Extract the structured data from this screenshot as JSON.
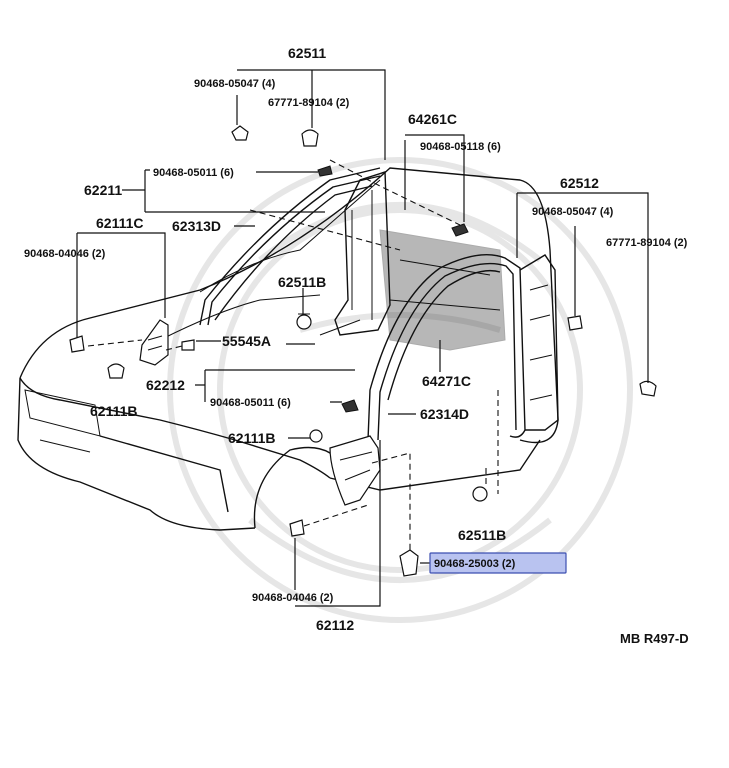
{
  "labels": {
    "p62511": "62511",
    "p90468_05047_top": "90468-05047 (4)",
    "p67771_89104_top": "67771-89104 (2)",
    "p64261C": "64261C",
    "p90468_05118": "90468-05118 (6)",
    "p90468_05011_top": "90468-05011 (6)",
    "p62211": "62211",
    "p62111C": "62111C",
    "p62313D": "62313D",
    "p62512": "62512",
    "p90468_05047_right": "90468-05047 (4)",
    "p67771_89104_right": "67771-89104 (2)",
    "p90468_04046_left": "90468-04046 (2)",
    "p62511B_top": "62511B",
    "p55545A": "55545A",
    "p62212": "62212",
    "p90468_05011_mid": "90468-05011 (6)",
    "p64271C": "64271C",
    "p62111B_left": "62111B",
    "p62314D": "62314D",
    "p62111B_mid": "62111B",
    "p62511B_bottom": "62511B",
    "p90468_25003": "90468-25003 (2)",
    "p90468_04046_bottom": "90468-04046 (2)",
    "p62112": "62112"
  },
  "highlight": {
    "color": "#b9c3f0",
    "border": "#3c4fb0"
  },
  "ref_code": "MB R497-D"
}
